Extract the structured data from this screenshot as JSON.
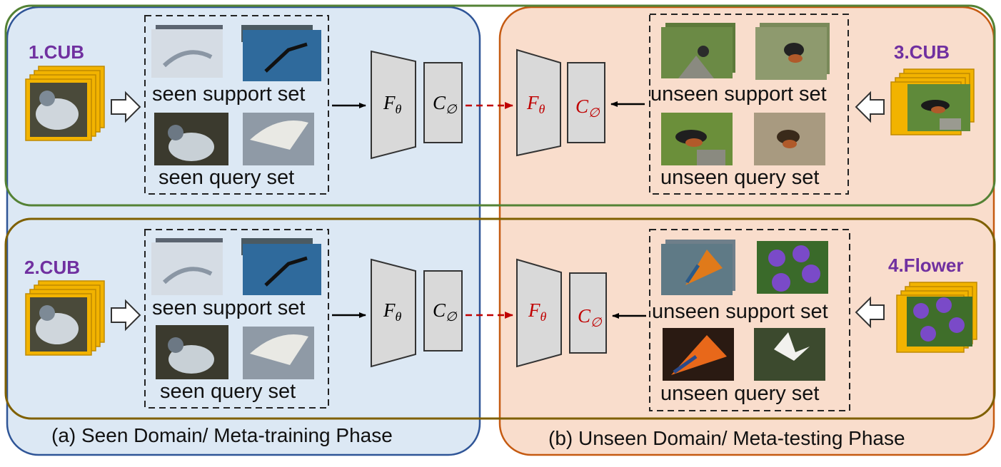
{
  "colors": {
    "seen_panel_fill": "#dce8f4",
    "seen_panel_border": "#2f5597",
    "unseen_panel_fill": "#f9ddcc",
    "unseen_panel_border": "#c55a11",
    "row1_border": "#548235",
    "row2_border": "#7f6000",
    "domain_text": "#7030a0",
    "stack_frame": "#f2b300",
    "unseen_math": "#c00000",
    "dashed_arrow": "#c00000"
  },
  "panels": {
    "seen_caption": "(a) Seen Domain/ Meta-training Phase",
    "unseen_caption": "(b) Unseen Domain/ Meta-testing Phase"
  },
  "row1": {
    "domain_left": "1.CUB",
    "domain_right": "3.CUB",
    "seen_support_label": "seen support set",
    "seen_query_label": "seen query set",
    "unseen_support_label": "unseen support set",
    "unseen_query_label": "unseen query set",
    "encoder_symbol": "F",
    "encoder_subscript": "θ",
    "classifier_symbol": "C",
    "classifier_subscript": "∅"
  },
  "row2": {
    "domain_left": "2.CUB",
    "domain_right": "4.Flower",
    "seen_support_label": "seen support set",
    "seen_query_label": "seen query set",
    "unseen_support_label": "unseen support set",
    "unseen_query_label": "unseen query set",
    "encoder_symbol": "F",
    "encoder_subscript": "θ",
    "classifier_symbol": "C",
    "classifier_subscript": "∅"
  },
  "images": {
    "seen_support": [
      "albatross-in-flight-photo",
      "seabird-over-ocean-photo"
    ],
    "seen_query": [
      "albatross-on-nest-photo",
      "seagull-flying-photo"
    ],
    "row1_unseen_support": [
      "birds-on-birdhouse-photo",
      "towhee-on-branch-photo"
    ],
    "row1_unseen_query": [
      "towhee-on-post-photo",
      "towhee-in-brush-photo"
    ],
    "row2_unseen_support": [
      "bird-of-paradise-flower-photo",
      "purple-flowers-photo"
    ],
    "row2_unseen_query": [
      "strelitzia-flower-photo",
      "white-lily-photo"
    ]
  }
}
